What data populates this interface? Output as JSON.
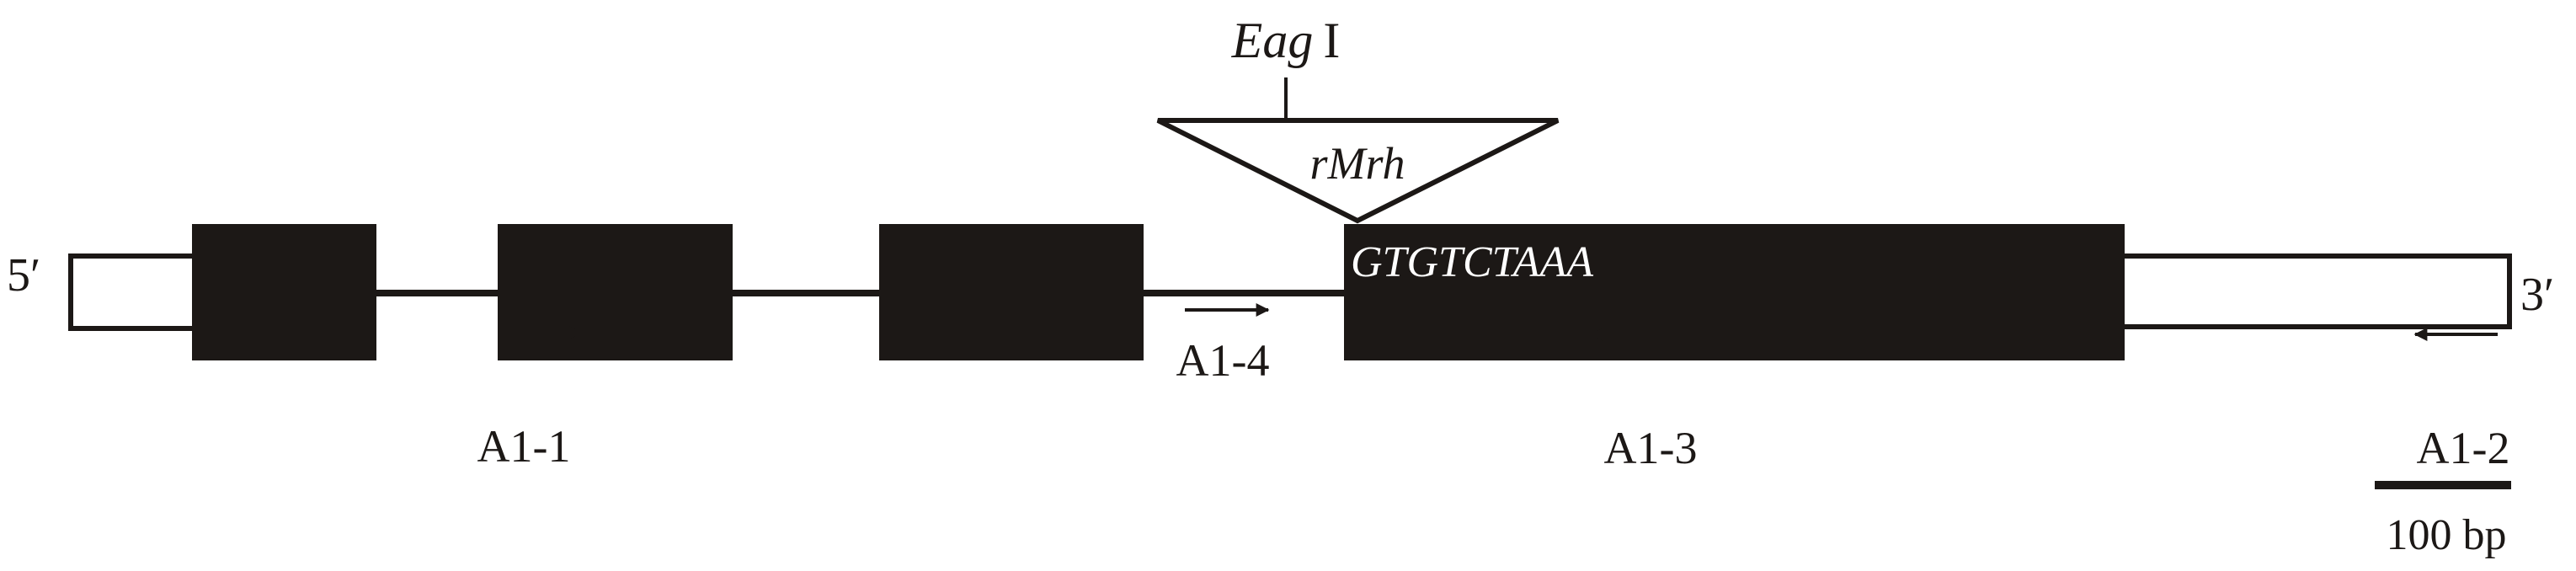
{
  "diagram": {
    "five_prime_label": "5′",
    "three_prime_label": "3′",
    "restriction_site": {
      "enzyme_italic": "Eag",
      "enzyme_suffix": "I"
    },
    "insertion_label": "rMrh",
    "target_sequence": "GTGTCTAAA",
    "primers": [
      {
        "label": "A1-1",
        "direction": "forward"
      },
      {
        "label": "A1-4",
        "direction": "forward"
      },
      {
        "label": "A1-3",
        "direction": "reverse"
      },
      {
        "label": "A1-2",
        "direction": "reverse"
      }
    ],
    "scale_bar_label": "100 bp",
    "colors": {
      "exon": "#1c1816",
      "utr": "#ffffff",
      "text": "#1c1816"
    }
  }
}
